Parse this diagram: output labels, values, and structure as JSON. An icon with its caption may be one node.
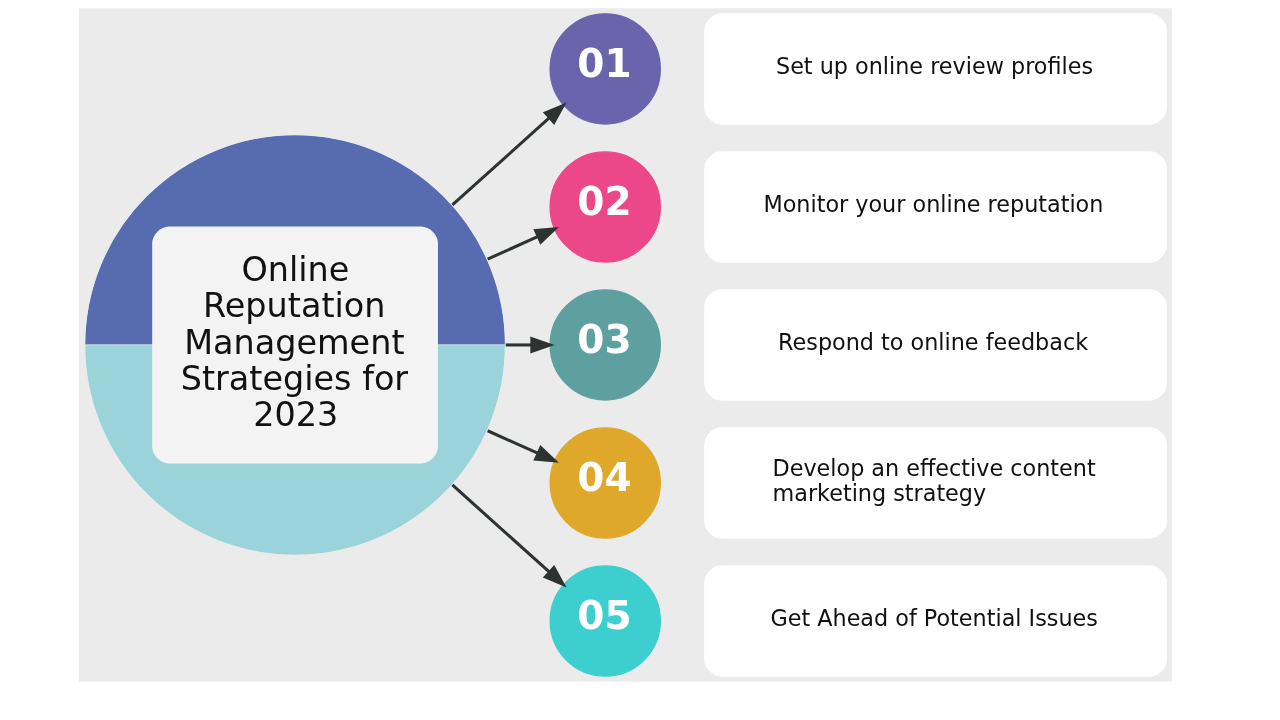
{
  "diagram": {
    "nodes": [
      {
        "text": [
          "Online Reputation Management Strategies for 2023"
        ]
      },
      {
        "text": [
          "01"
        ]
      },
      {
        "text": [
          "Set up online review profiles"
        ]
      },
      {
        "text": [
          "02"
        ]
      },
      {
        "text": [
          "Monitor your online reputation"
        ]
      },
      {
        "text": [
          "03"
        ]
      },
      {
        "text": [
          "Respond to online feedback"
        ]
      },
      {
        "text": [
          "04"
        ]
      },
      {
        "text": [
          "Develop an effective content marketing strategy"
        ]
      },
      {
        "text": [
          "05"
        ]
      },
      {
        "text": [
          "Get Ahead of Potential Issues"
        ]
      }
    ],
    "edges": [
      {
        "from": 0,
        "to": 1,
        "arrow": "to"
      },
      {
        "from": 0,
        "to": 3,
        "arrow": "to"
      },
      {
        "from": 0,
        "to": 5,
        "arrow": "to"
      },
      {
        "from": 0,
        "to": 7,
        "arrow": "to"
      },
      {
        "from": 0,
        "to": 9,
        "arrow": "to"
      }
    ]
  }
}
